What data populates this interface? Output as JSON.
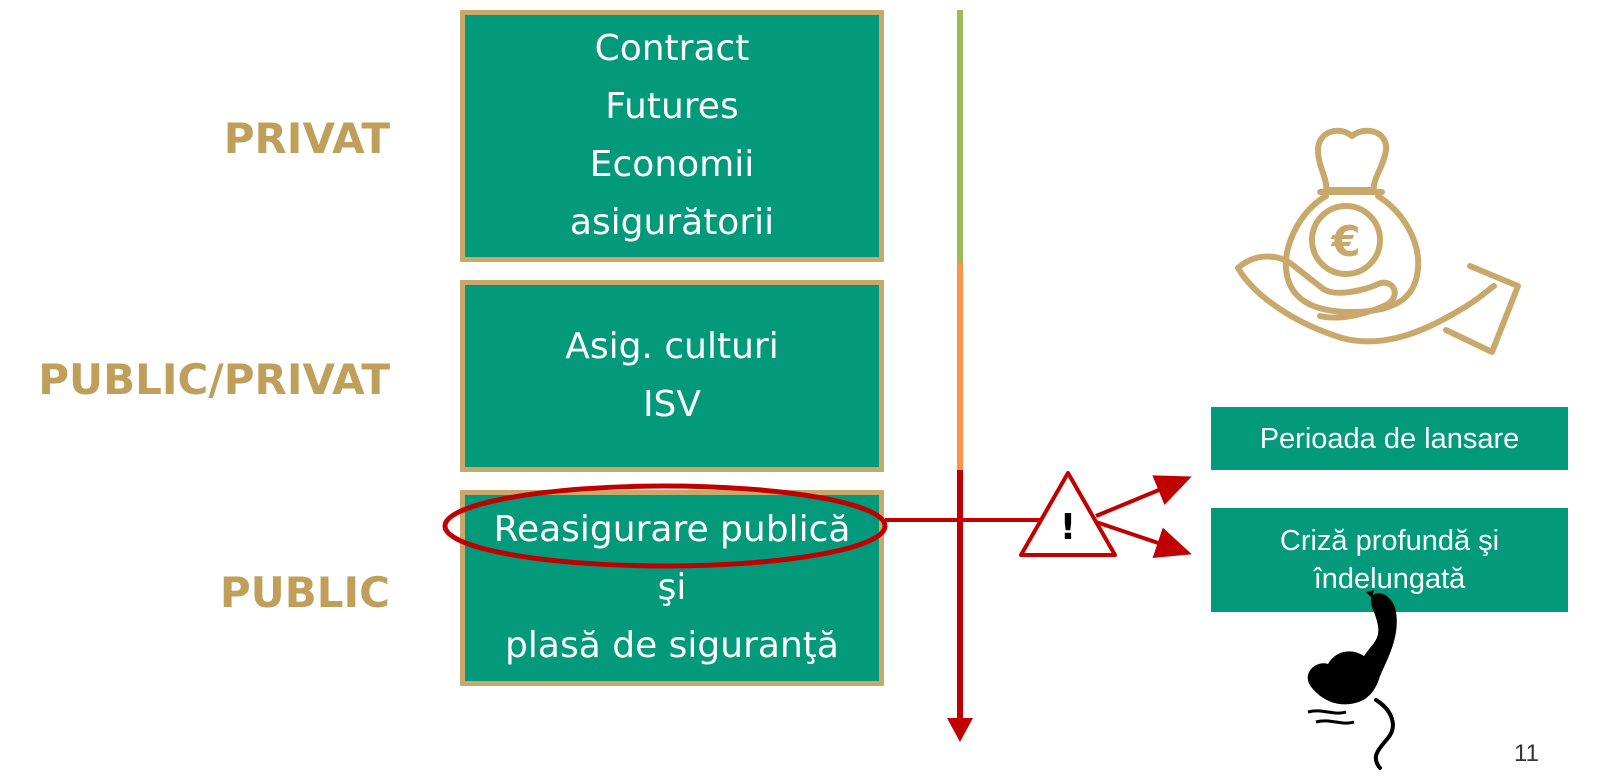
{
  "tiers": [
    {
      "label": "PRIVAT",
      "lines": [
        "Contract",
        "Futures",
        "Economii",
        "asigurătorii"
      ]
    },
    {
      "label": "PUBLIC/PRIVAT",
      "lines": [
        "Asig. culturi",
        "ISV"
      ]
    },
    {
      "label": "PUBLIC",
      "lines": [
        "Reasigurare publică",
        "şi",
        "plasă de siguranţă"
      ]
    }
  ],
  "timeline_colors": {
    "privat": "#9BBB59",
    "public_privat": "#F79646",
    "public": "#C00000"
  },
  "warning": {
    "symbol": "!",
    "icon": "warning-triangle-icon"
  },
  "outcomes": [
    {
      "lines": [
        "Perioada de lansare"
      ]
    },
    {
      "lines": [
        "Criză profundă şi",
        "îndelungată"
      ]
    }
  ],
  "icons": {
    "money": "money-bag-hand-icon",
    "currency_symbol": "€",
    "swan": "black-swan-icon"
  },
  "colors": {
    "box_fill": "#039A7B",
    "box_border": "#C9A96B",
    "label_gold": "#BF9F5A",
    "highlight_red": "#C00000"
  },
  "page_number": "11"
}
